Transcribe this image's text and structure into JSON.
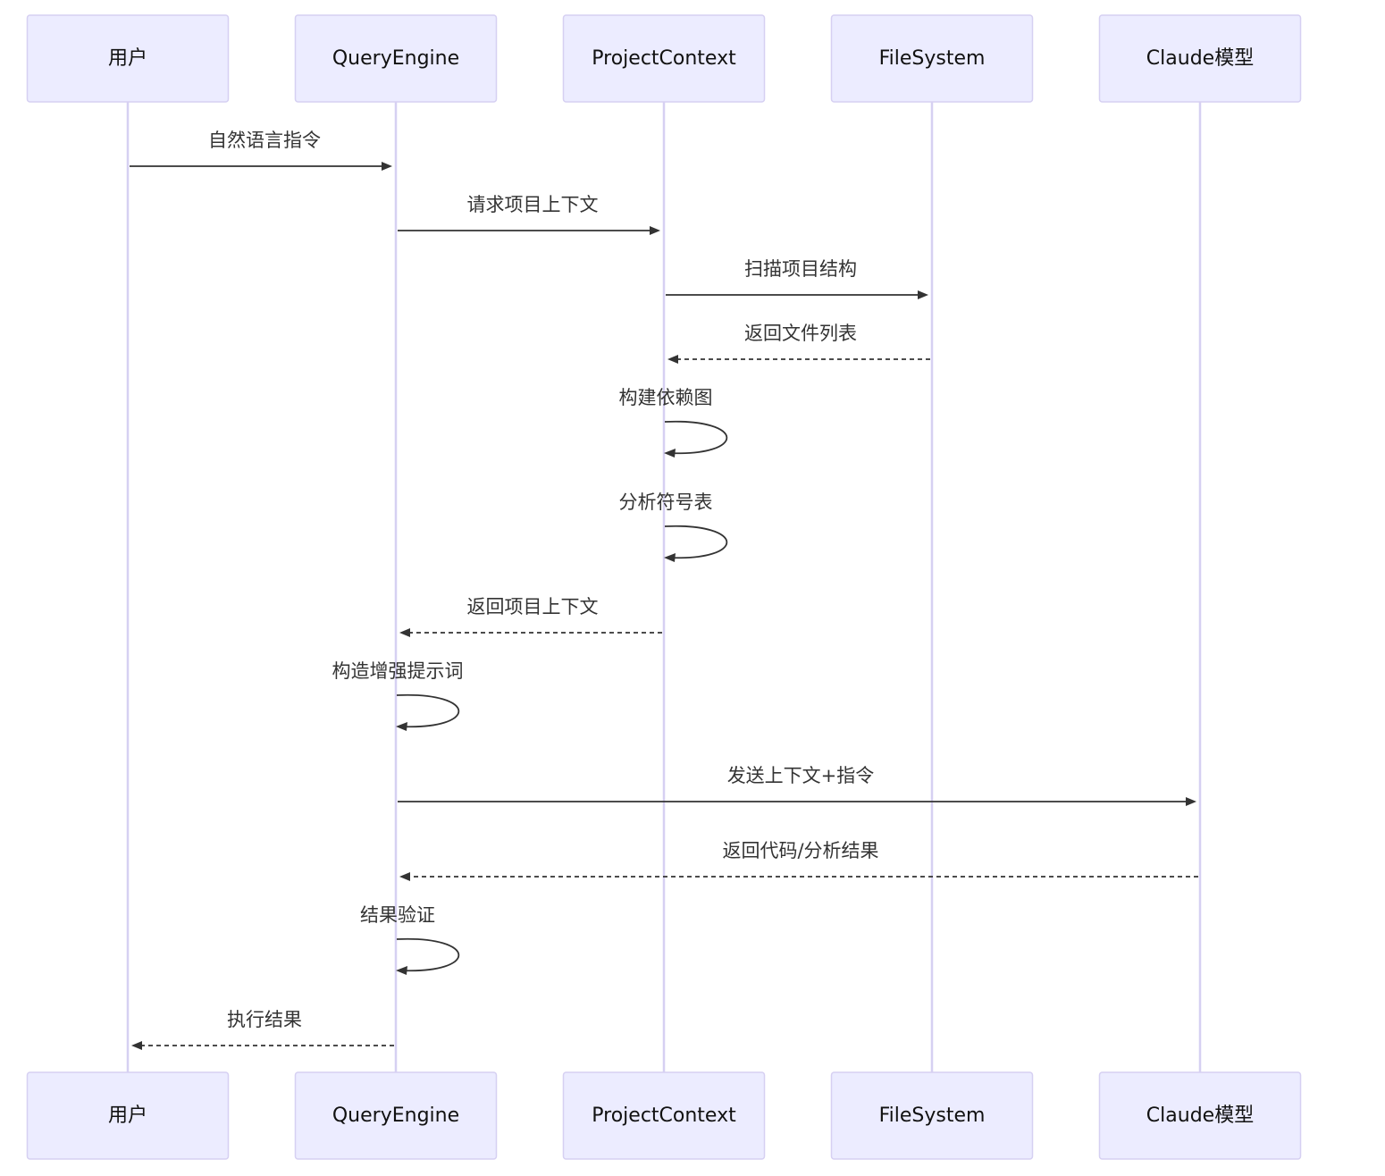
{
  "diagram": {
    "type": "sequence",
    "actors": [
      {
        "id": "user",
        "label": "用户"
      },
      {
        "id": "engine",
        "label": "QueryEngine"
      },
      {
        "id": "context",
        "label": "ProjectContext"
      },
      {
        "id": "fs",
        "label": "FileSystem"
      },
      {
        "id": "claude",
        "label": "Claude模型"
      }
    ],
    "messages": [
      {
        "from": "user",
        "to": "engine",
        "label": "自然语言指令",
        "style": "solid"
      },
      {
        "from": "engine",
        "to": "context",
        "label": "请求项目上下文",
        "style": "solid"
      },
      {
        "from": "context",
        "to": "fs",
        "label": "扫描项目结构",
        "style": "solid"
      },
      {
        "from": "fs",
        "to": "context",
        "label": "返回文件列表",
        "style": "dashed"
      },
      {
        "from": "context",
        "to": "context",
        "label": "构建依赖图",
        "style": "self"
      },
      {
        "from": "context",
        "to": "context",
        "label": "分析符号表",
        "style": "self"
      },
      {
        "from": "context",
        "to": "engine",
        "label": "返回项目上下文",
        "style": "dashed"
      },
      {
        "from": "engine",
        "to": "engine",
        "label": "构造增强提示词",
        "style": "self"
      },
      {
        "from": "engine",
        "to": "claude",
        "label": "发送上下文+指令",
        "style": "solid"
      },
      {
        "from": "claude",
        "to": "engine",
        "label": "返回代码/分析结果",
        "style": "dashed"
      },
      {
        "from": "engine",
        "to": "engine",
        "label": "结果验证",
        "style": "self"
      },
      {
        "from": "engine",
        "to": "user",
        "label": "执行结果",
        "style": "dashed"
      }
    ]
  }
}
